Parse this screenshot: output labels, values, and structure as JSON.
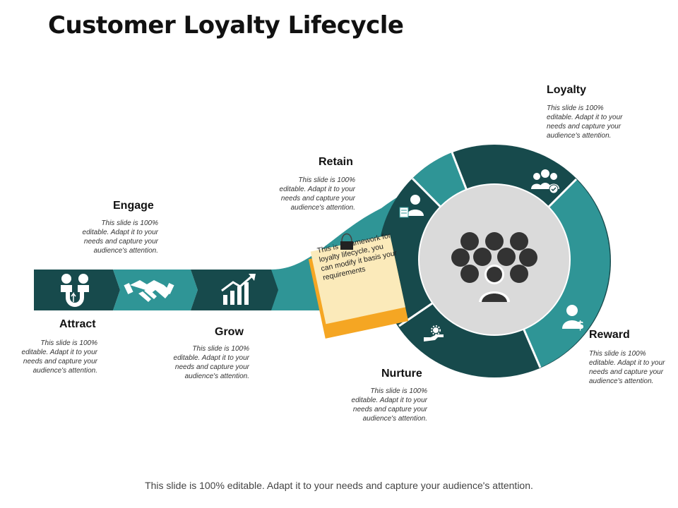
{
  "title": "Customer Loyalty Lifecycle",
  "footer": "This slide is 100% editable. Adapt it to your needs and capture your audience's attention.",
  "note": "This is a framework for loyalty lifecycle, you can modify it basis your requirements",
  "stages": {
    "attract": {
      "label": "Attract",
      "desc": "This slide is 100% editable. Adapt it to your needs and capture your audience's attention."
    },
    "engage": {
      "label": "Engage",
      "desc": "This slide is 100% editable. Adapt it to your needs and capture your audience's attention."
    },
    "grow": {
      "label": "Grow",
      "desc": "This slide is 100% editable. Adapt it to your needs and capture your audience's attention."
    },
    "retain": {
      "label": "Retain",
      "desc": "This slide is 100% editable. Adapt it to your needs and capture your audience's attention."
    },
    "loyalty": {
      "label": "Loyalty",
      "desc": "This slide is 100% editable. Adapt it to your needs and capture your audience's attention."
    },
    "reward": {
      "label": "Reward",
      "desc": "This slide is 100% editable. Adapt it to your needs and capture your audience's attention."
    },
    "nurture": {
      "label": "Nurture",
      "desc": "This slide is 100% editable. Adapt it to your needs and capture your audience's attention."
    }
  },
  "colors": {
    "dark": "#174a4c",
    "teal": "#2f9596",
    "ring_gray": "#dadada",
    "note_yellow": "#fbeaba",
    "note_orange": "#f5a623",
    "icon_white": "#ffffff"
  }
}
